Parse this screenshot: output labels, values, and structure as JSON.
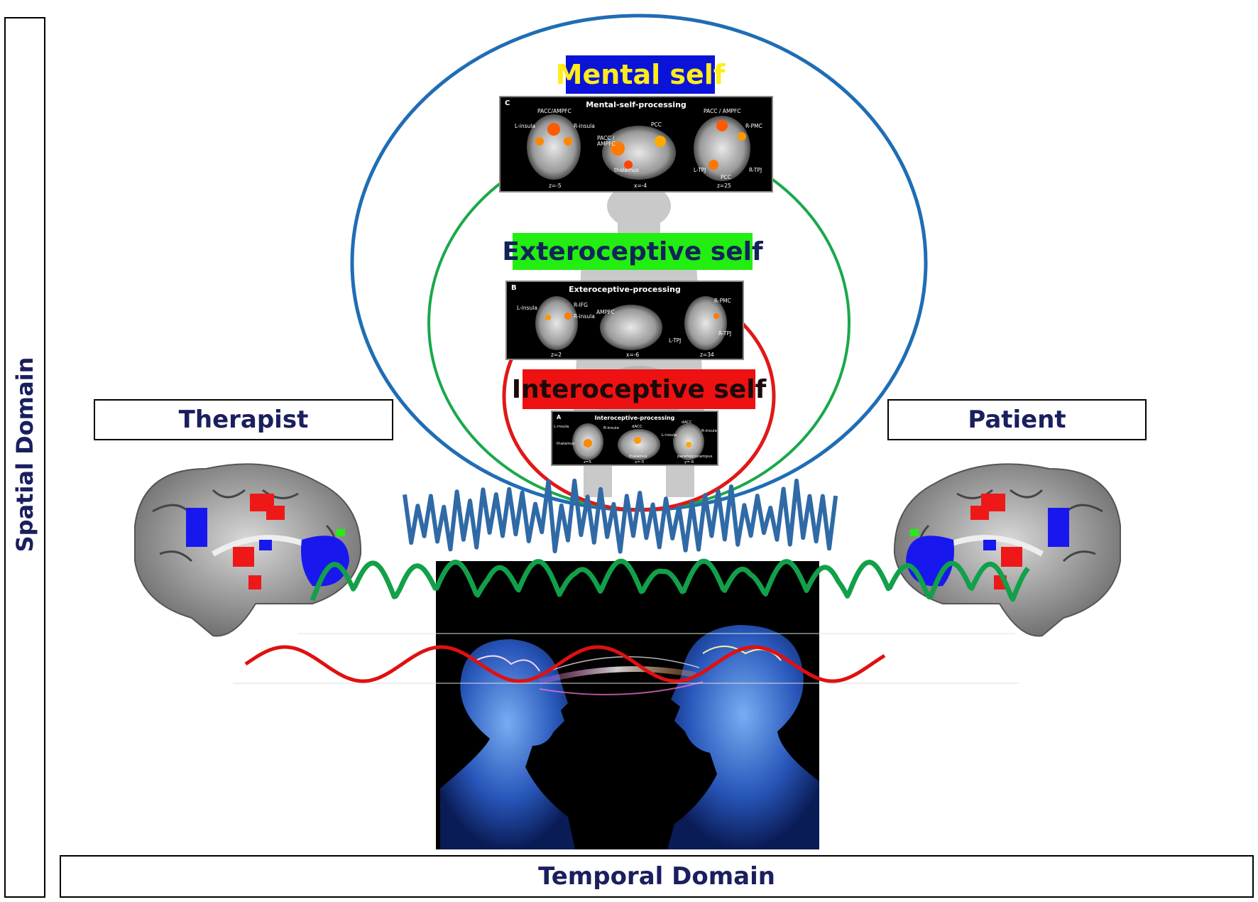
{
  "axes": {
    "spatial": "Spatial Domain",
    "temporal": "Temporal Domain"
  },
  "roles": {
    "therapist": "Therapist",
    "patient": "Patient"
  },
  "selves": {
    "mental": "Mental self",
    "exteroceptive": "Exteroceptive self",
    "interoceptive": "Interoceptive self"
  },
  "panels": {
    "mental": {
      "letter": "C",
      "title": "Mental-self-processing",
      "labels": [
        "PACC/AMPFC",
        "L-insula",
        "R-insula",
        "PCC",
        "PACC / AMPFC",
        "thalamus",
        "PACC / AMPFC",
        "R-PMC",
        "L-TPJ",
        "PCC",
        "R-TPJ",
        "z=-5",
        "x=-4",
        "z=25"
      ]
    },
    "extero": {
      "letter": "B",
      "title": "Exteroceptive-processing",
      "labels": [
        "L-insula",
        "R-IFG",
        "R-insula",
        "AMPFC",
        "R-PMC",
        "L-TPJ",
        "R-TPJ",
        "z=2",
        "x=-6",
        "z=34"
      ]
    },
    "intero": {
      "letter": "A",
      "title": "Interoceptive-processing",
      "labels": [
        "L-insula",
        "R-insula",
        "thalamus",
        "dACC",
        "thalamus",
        "dACC",
        "L-insula",
        "R-insula",
        "parahippocampus",
        "z=5",
        "x=-5",
        "y=-6"
      ]
    }
  },
  "colors": {
    "mental_circle": "#1f6db5",
    "extero_circle": "#1aa84a",
    "intero_circle": "#e01818",
    "blue_wave": "#2f6aa6",
    "green_wave": "#12a04a",
    "red_wave": "#e01010",
    "label_text": "#1a1f5e"
  }
}
